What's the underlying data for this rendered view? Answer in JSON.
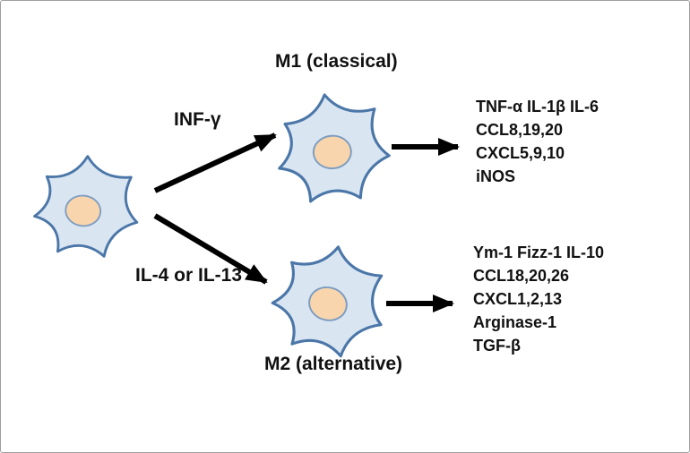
{
  "diagram": {
    "m1_title": "M1 (classical)",
    "m2_title": "M2 (alternative)",
    "m1_stimulus": "INF-γ",
    "m2_stimulus": "IL-4 or IL-13",
    "m1_markers": [
      "TNF-α  IL-1β IL-6",
      "CCL8,19,20",
      "CXCL5,9,10",
      "iNOS"
    ],
    "m2_markers": [
      "Ym-1  Fizz-1 IL-10",
      "CCL18,20,26",
      "CXCL1,2,13",
      "Arginase-1",
      "TGF-β"
    ],
    "colors": {
      "cell_fill": "#d9e6f2",
      "cell_stroke": "#4b76a8",
      "nucleus_fill": "#f8d5ad",
      "nucleus_stroke": "#7d9cc0",
      "arrow": "#000000"
    }
  }
}
